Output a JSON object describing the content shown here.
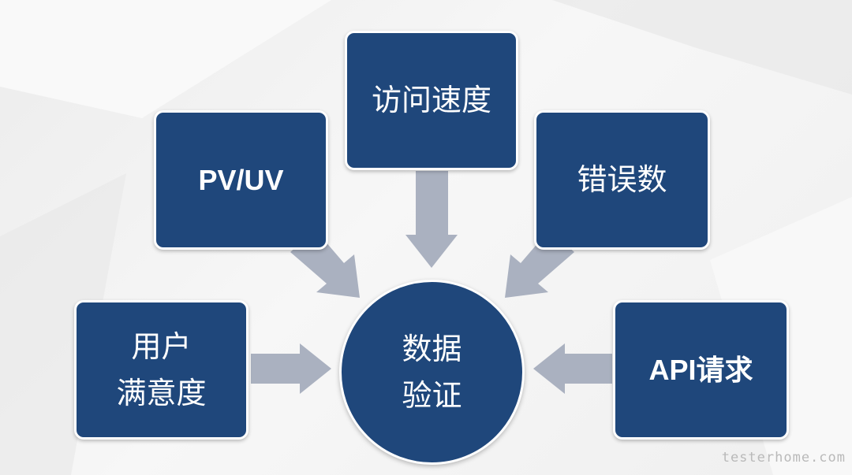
{
  "diagram": {
    "center": {
      "text": "数据\n验证"
    },
    "nodes": {
      "speed": {
        "text": "访问速度"
      },
      "pv": {
        "text": "PV/UV"
      },
      "errors": {
        "text": "错误数"
      },
      "satisfaction": {
        "text": "用户\n满意度"
      },
      "api": {
        "text": "API请求"
      }
    },
    "colors": {
      "box": "#1f477b",
      "arrow": "#aab1c0",
      "background": "#f2f2f2"
    }
  },
  "watermark": "testerhome.com"
}
